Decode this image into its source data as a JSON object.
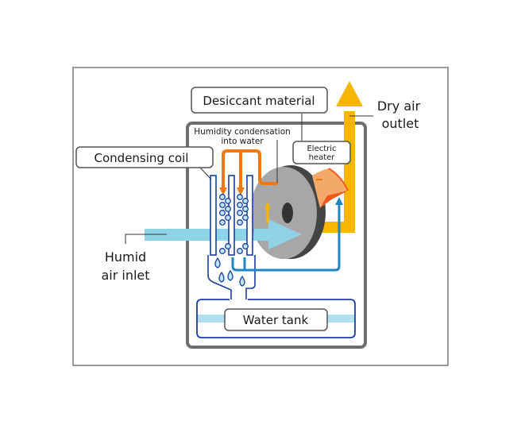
{
  "diagram": {
    "type": "desiccant dehumidifier schematic",
    "labels": {
      "desiccant_material": "Desiccant material",
      "humidity_condensation_line1": "Humidity condensation",
      "humidity_condensation_line2": "into water",
      "condensing_coil": "Condensing coil",
      "electric_heater_line1": "Electric",
      "electric_heater_line2": "heater",
      "dry_air_line1": "Dry air",
      "dry_air_line2": "outlet",
      "humid_air_line1": "Humid",
      "humid_air_line2": "air inlet",
      "water_tank": "Water tank"
    },
    "colors": {
      "frame": "#9a9a9a",
      "housing": "#6e6e6e",
      "dry_air": "#f7b500",
      "hot_flow": "#f07814",
      "humid_air": "#8fd3e8",
      "cool_flow": "#1f86c0",
      "coil": "#1a3fa0",
      "droplet": "#bfe6f5",
      "wheel": "#a7a7a7",
      "wheel_edge": "#444444",
      "heater": "#f4a86a",
      "heater_edge": "#f05a1e"
    }
  }
}
